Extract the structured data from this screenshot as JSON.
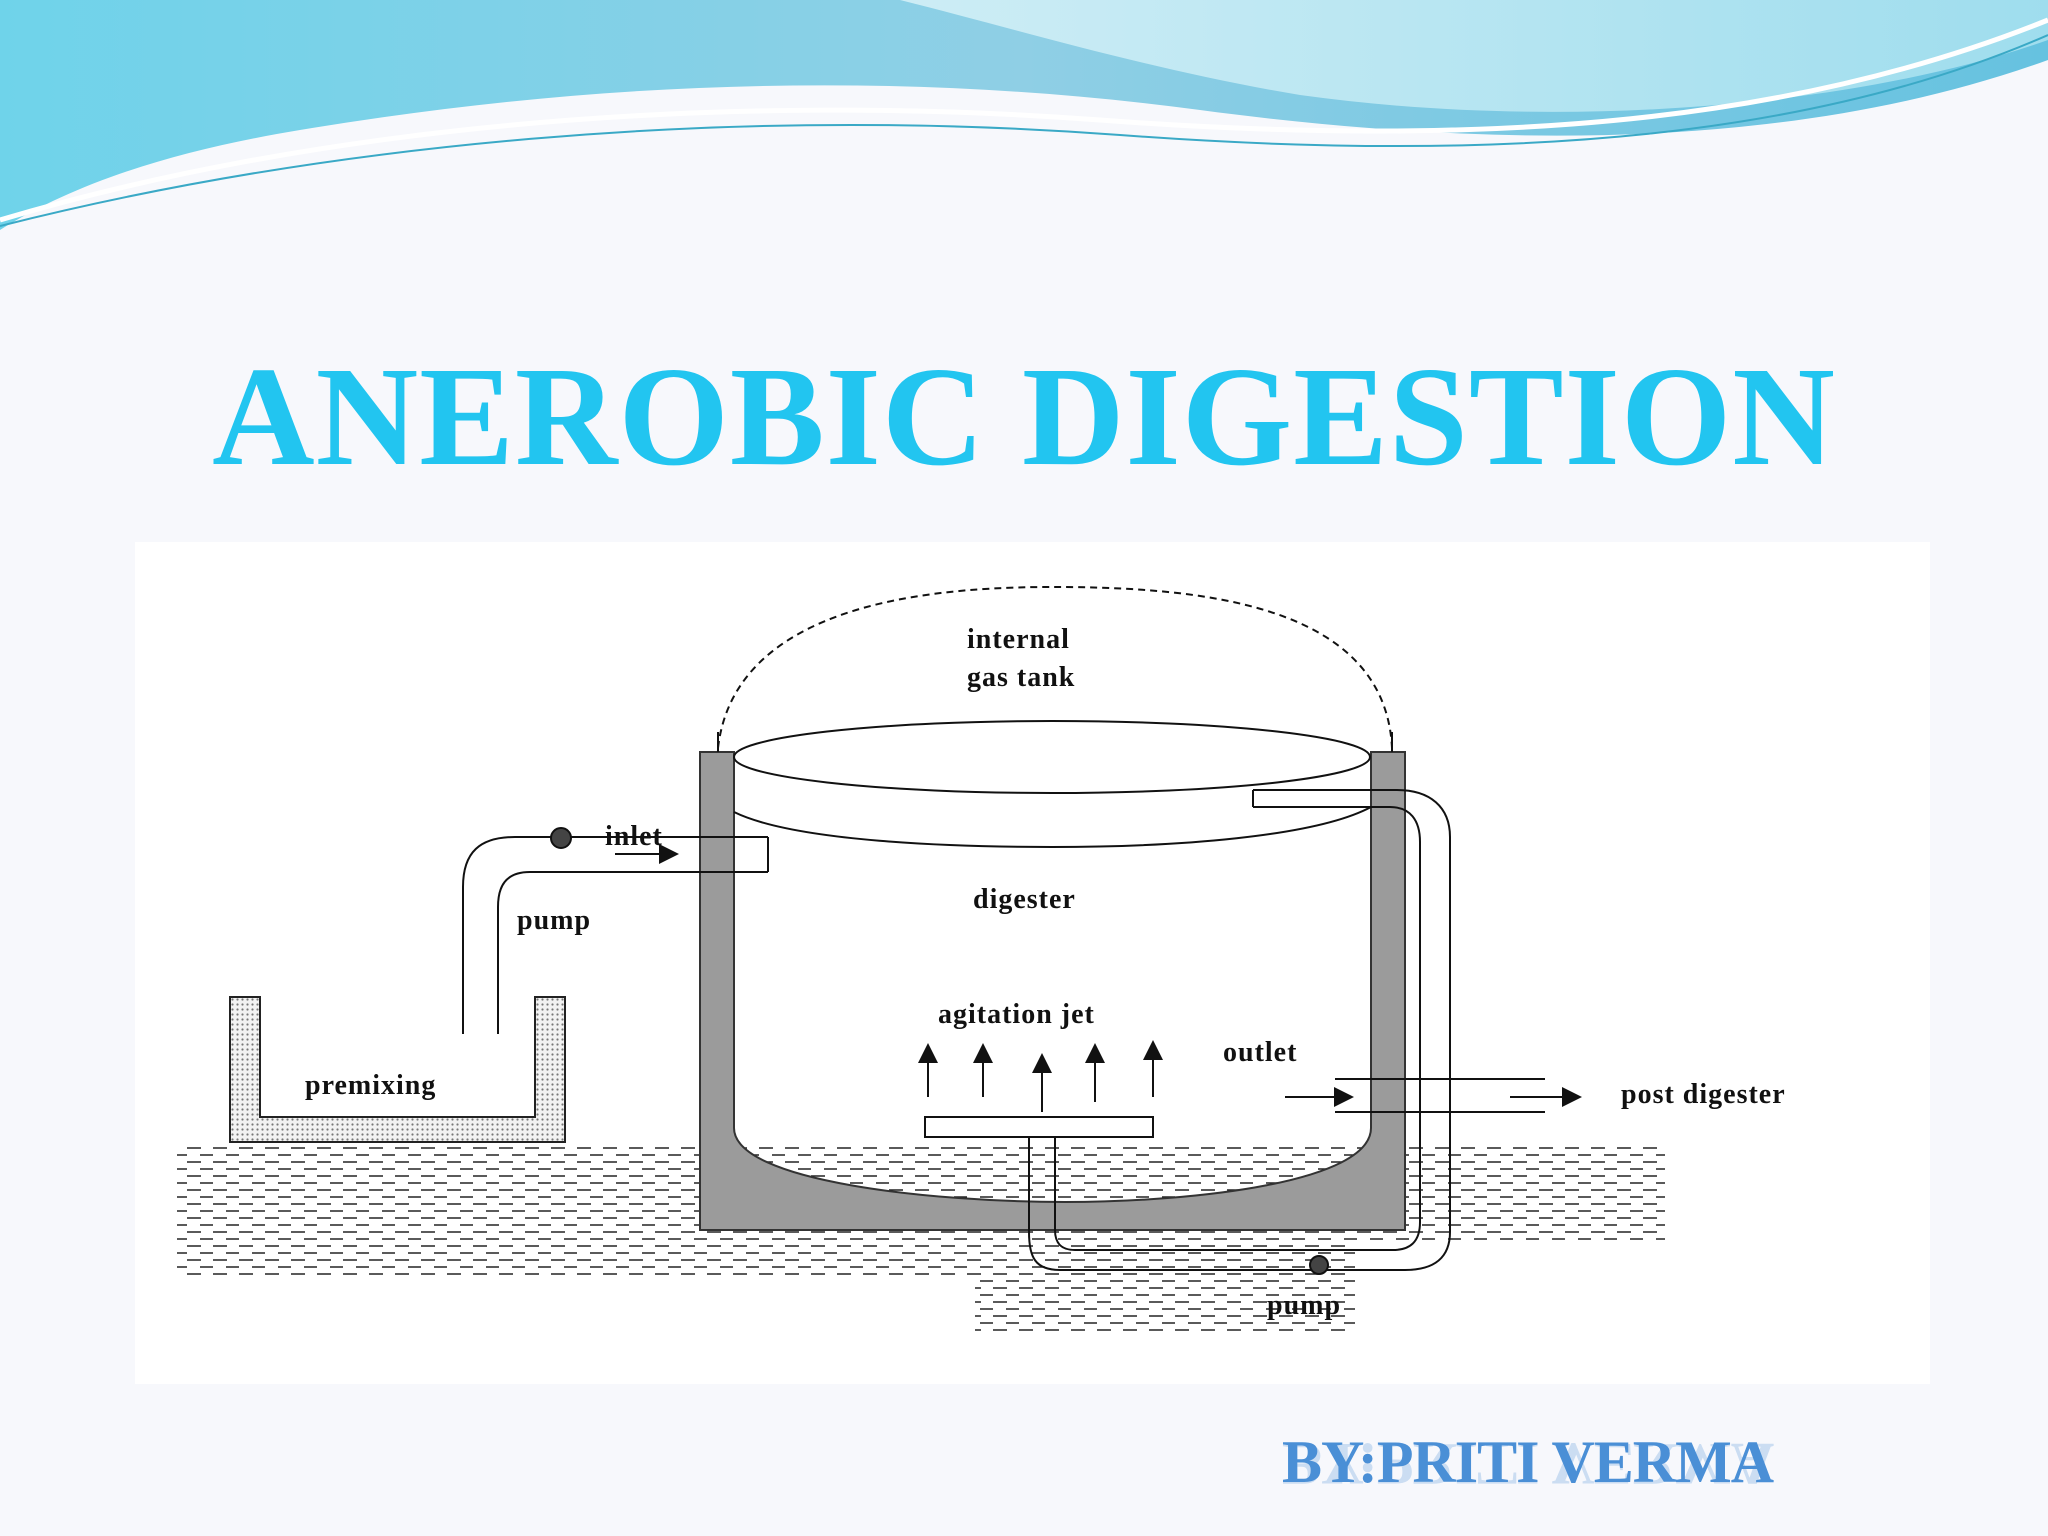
{
  "slide": {
    "title": "ANEROBIC DIGESTION",
    "author": "BY:PRITI VERMA"
  },
  "diagram": {
    "labels": {
      "internal": "internal",
      "gas_tank": "gas tank",
      "inlet": "inlet",
      "pump_inlet": "pump",
      "digester": "digester",
      "agitation_jet": "agitation jet",
      "outlet": "outlet",
      "post_digester": "post digester",
      "premixing": "premixing",
      "pump_bottom": "pump"
    }
  },
  "colors": {
    "title": "#22c5f0",
    "author": "#4a8fd6",
    "wall": "#9b9b9b",
    "wave_dark": "#5fc4df",
    "wave_light": "#bfe8f3"
  }
}
